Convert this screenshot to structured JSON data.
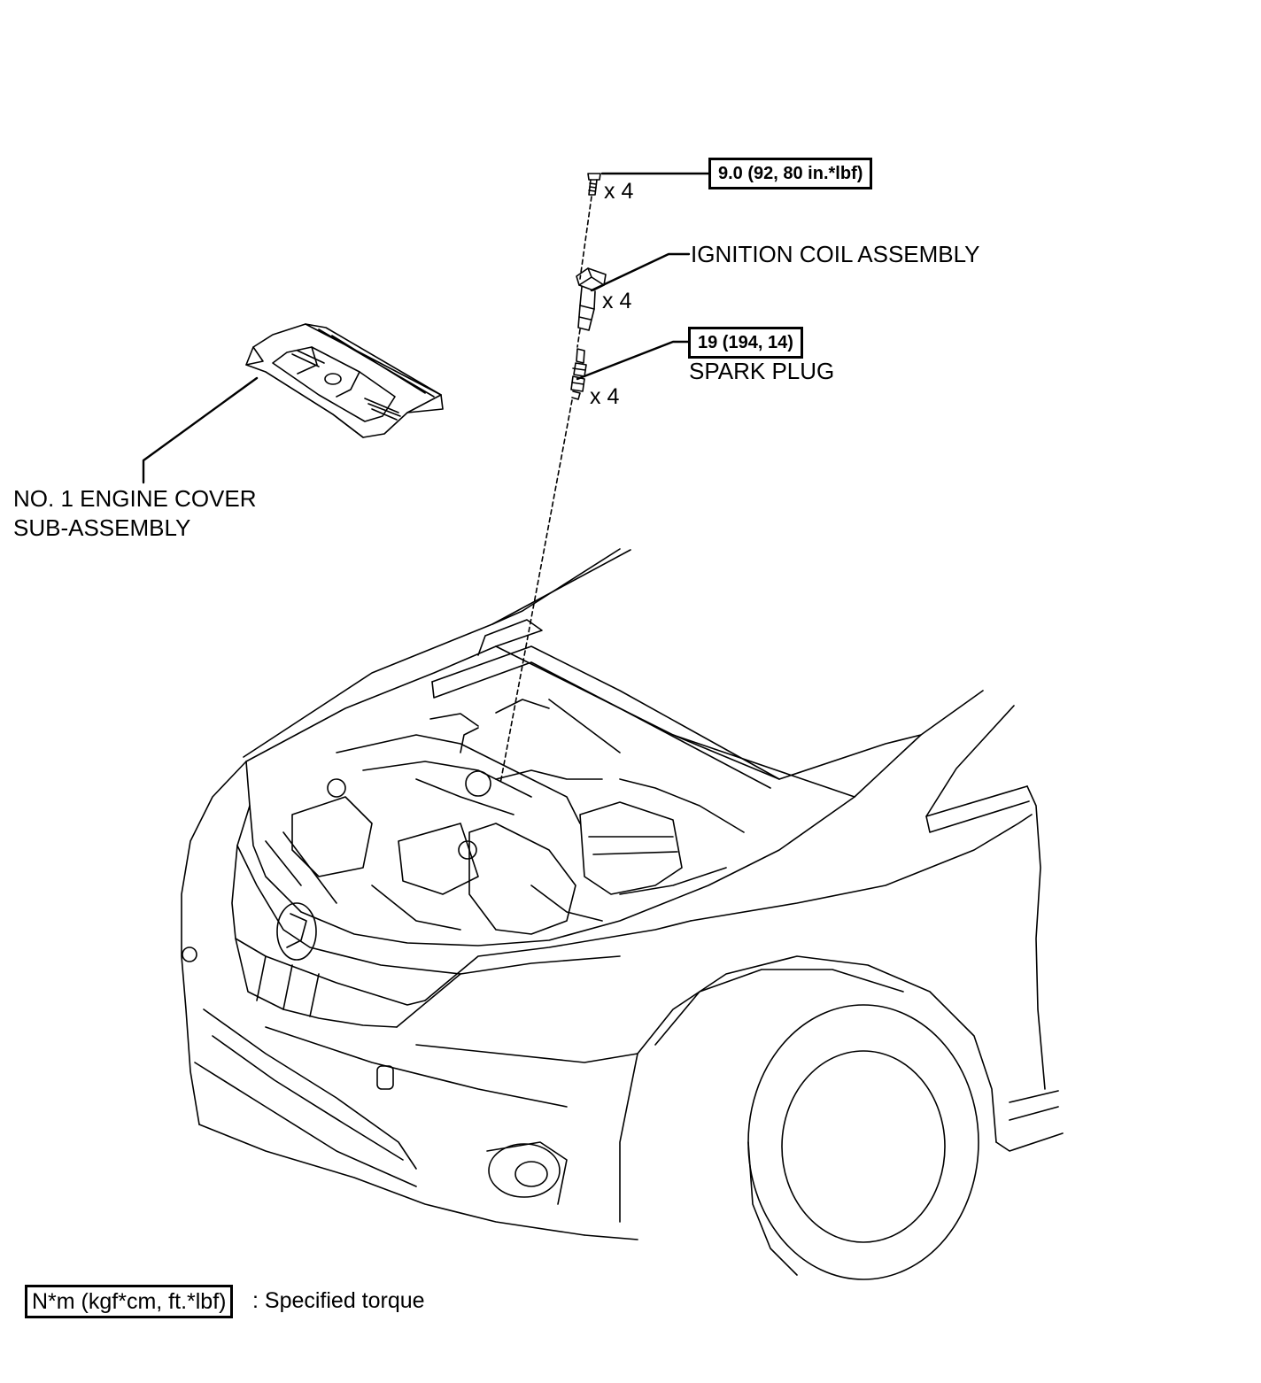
{
  "torque_specs": {
    "bolt": "9.0 (92, 80 in.*lbf)",
    "spark_plug": "19 (194, 14)"
  },
  "parts": {
    "bolt_qty": "x 4",
    "ignition_coil": "IGNITION COIL ASSEMBLY",
    "ignition_coil_qty": "x 4",
    "spark_plug": "SPARK PLUG",
    "spark_plug_qty": "x 4",
    "engine_cover_line1": "NO. 1 ENGINE COVER",
    "engine_cover_line2": "SUB-ASSEMBLY"
  },
  "legend": {
    "unit": "N*m (kgf*cm, ft.*lbf)",
    "description": ": Specified torque"
  }
}
